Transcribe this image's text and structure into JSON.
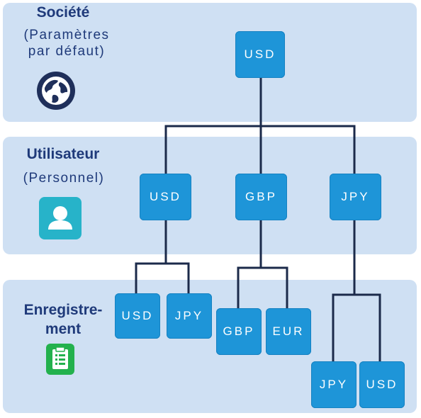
{
  "tiers": {
    "company": {
      "title": "Société",
      "subtitle_lines": [
        "(Paramètres",
        "par défaut)"
      ],
      "icon": "globe-icon"
    },
    "user": {
      "title": "Utilisateur",
      "subtitle": "(Personnel)",
      "icon": "user-icon"
    },
    "record": {
      "title_lines": [
        "Enregistre-",
        "ment"
      ],
      "icon": "clipboard-icon"
    }
  },
  "nodes": {
    "company": "USD",
    "user": [
      "USD",
      "GBP",
      "JPY"
    ],
    "record": [
      "USD",
      "JPY",
      "GBP",
      "EUR",
      "JPY",
      "USD"
    ]
  },
  "colors": {
    "band": "#cfe0f3",
    "node": "#1e95d8",
    "line": "#1b2a4a",
    "title": "#1f3a7a"
  }
}
